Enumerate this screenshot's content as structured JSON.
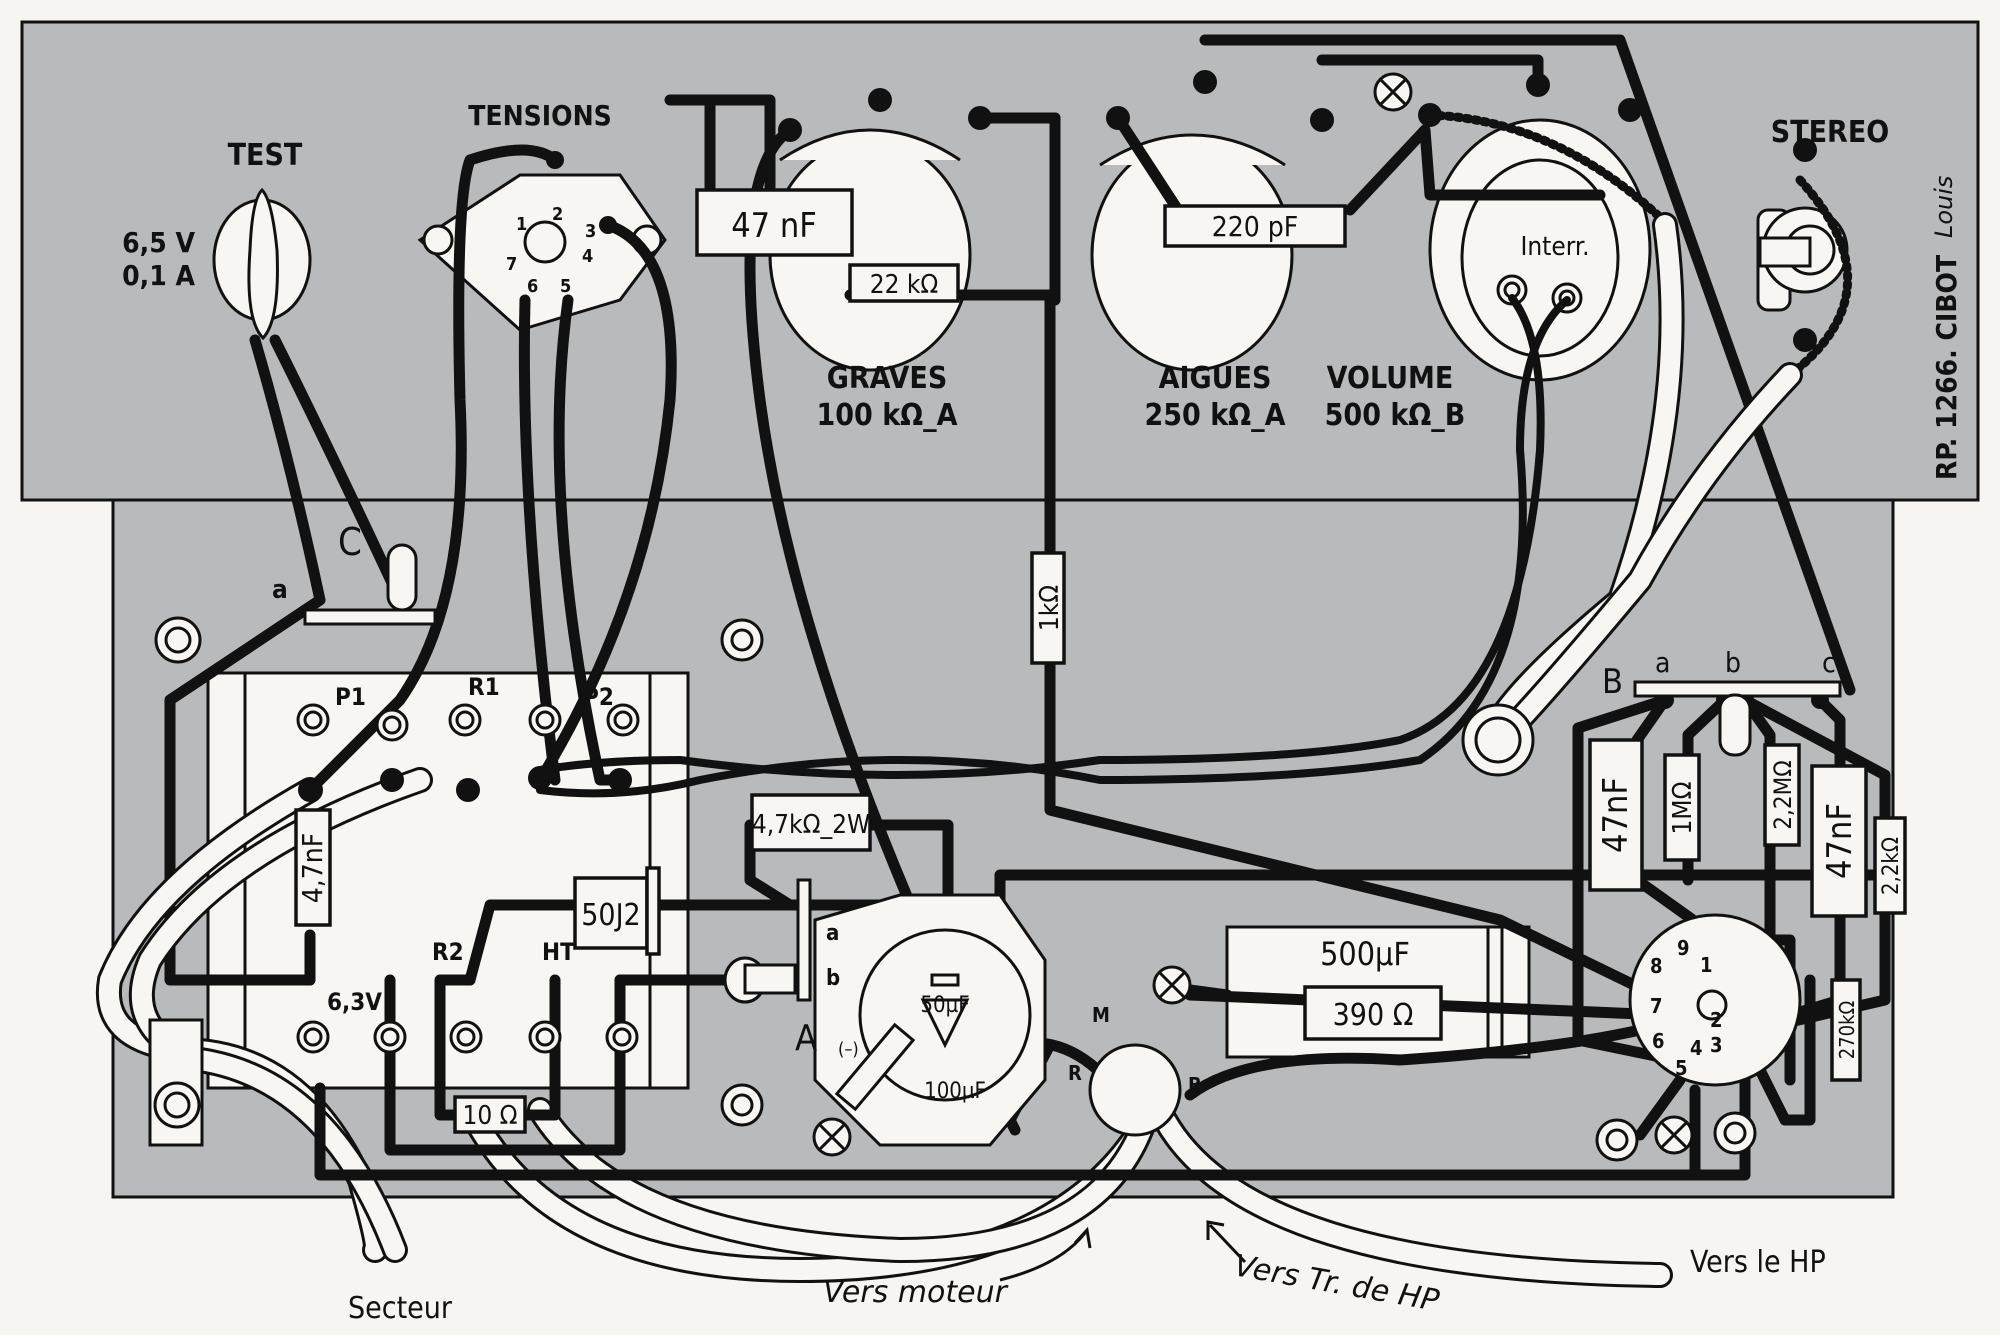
{
  "diagram": {
    "credit": "RP. 1266. CIBOT",
    "signature": "Louis",
    "colors": {
      "panel": "#b8babc",
      "paper": "#f7f5f2",
      "ink": "#111111"
    }
  },
  "front_panel": {
    "test": {
      "label": "TEST",
      "rating_v": "6,5 V",
      "rating_a": "0,1 A"
    },
    "tensions": {
      "label": "TENSIONS",
      "pins": [
        "1",
        "2",
        "3",
        "4",
        "5",
        "6",
        "7"
      ]
    },
    "graves": {
      "label": "GRAVES",
      "value": "100 kΩ_A",
      "cap": "47 nF",
      "res": "22 kΩ"
    },
    "aigues": {
      "label": "AIGUES",
      "value": "250 kΩ_A",
      "cap": "220 pF"
    },
    "volume": {
      "label": "VOLUME",
      "value": "500 kΩ_B",
      "switch": "Interr."
    },
    "stereo": {
      "label": "STEREO"
    }
  },
  "chassis": {
    "relay": {
      "letter_c": "C",
      "letter_a": "a"
    },
    "transformer": {
      "terminals_top": [
        "P1",
        "R1",
        "P2"
      ],
      "terminals_bottom": [
        "6,3V",
        "R2",
        "HT"
      ]
    },
    "components": {
      "c_4n7": "4,7nF",
      "rectifier": "50J2",
      "r_4k7": "4,7kΩ_2W",
      "r_1k": "1kΩ",
      "r_10": "10 Ω",
      "filter_cap_top": "50µF",
      "filter_cap_bottom": "100µF",
      "filter_cap_minus": "(–)",
      "c_500u": "500µF",
      "r_390": "390 Ω",
      "r_270k": "270kΩ"
    },
    "switch_A": {
      "label": "A",
      "pos_a": "a",
      "pos_b": "b"
    },
    "switch_B": {
      "label": "B",
      "pos_a": "a",
      "pos_b": "b",
      "pos_c": "c"
    },
    "tube_network": {
      "c1": "47nF",
      "r_1M": "1MΩ",
      "r_2M2": "2,2MΩ",
      "c2": "47nF",
      "r_2k2": "2,2kΩ"
    },
    "tube_pins": [
      "1",
      "2",
      "3",
      "4",
      "5",
      "6",
      "7",
      "8",
      "9"
    ],
    "grommet": {
      "m": "M",
      "r": "R",
      "b": "B"
    }
  },
  "cables": {
    "mains": "Secteur",
    "motor": "Vers moteur",
    "output_tr": "Vers Tr. de HP",
    "speaker": "Vers le HP"
  }
}
